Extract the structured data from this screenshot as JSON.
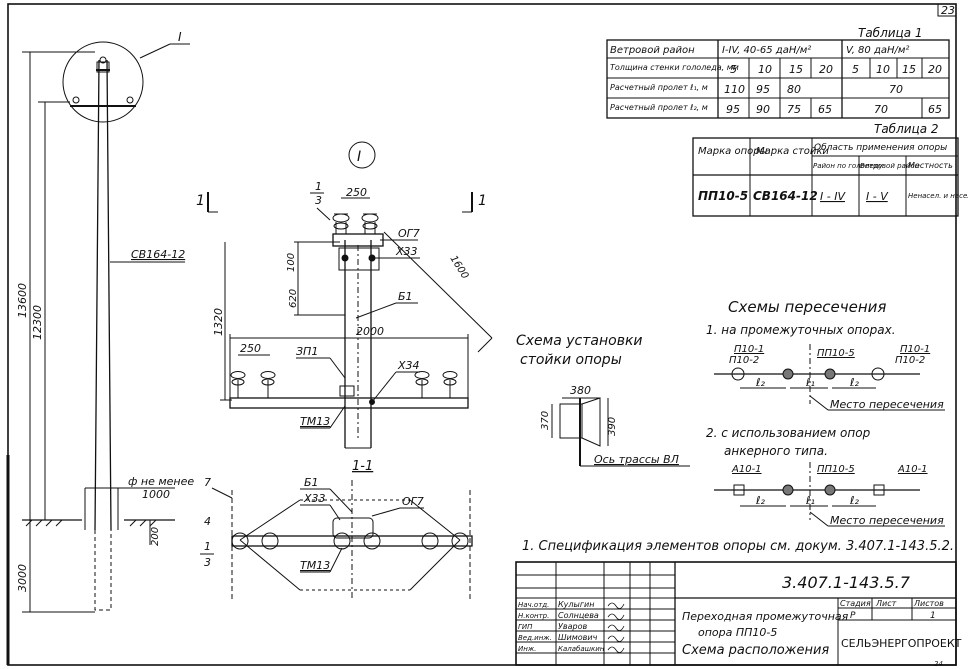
{
  "sheet": {
    "number": "23",
    "doc_code": "3.407.1-143.5.7",
    "title_line1": "Переходная промежуточная",
    "title_line2": "опора ПП10-5",
    "title_line3": "Схема расположения",
    "stage_header": "Стадия",
    "sheet_header": "Лист",
    "sheets_header": "Листов",
    "stage": "Р",
    "sheet_no": "1",
    "org": "СЕЛЬЭНЕРГОПРОЕКТ",
    "roles": [
      "Нач.отд.",
      "Н.контр.",
      "ГИП",
      "Вед.инж.",
      "Инж."
    ],
    "names": [
      "Кулыгин",
      "Солнцева",
      "Уваров",
      "Шимович",
      "Калабашкин"
    ],
    "corner_mark": "24"
  },
  "table1": {
    "title": "Таблица 1",
    "rows": [
      {
        "label": "Ветровой район",
        "cells": [
          "I-IV, 40-65 даН/м²",
          "V, 80 даН/м²"
        ]
      },
      {
        "label": "Толщина стенки гололеда, мм",
        "cells": [
          "5",
          "10",
          "15",
          "20",
          "5",
          "10",
          "15",
          "20"
        ]
      },
      {
        "label": "Расчетный пролет ℓ₁, м",
        "cells": [
          "110",
          "95",
          "80",
          "",
          "70"
        ]
      },
      {
        "label": "Расчетный пролет ℓ₂, м",
        "cells": [
          "95",
          "90",
          "75",
          "65",
          "70",
          "65"
        ]
      }
    ]
  },
  "table2": {
    "title": "Таблица 2",
    "h_mark_support": "Марка опоры",
    "h_mark_post": "Марка стойки",
    "h_area": "Область применения опоры",
    "h_ice": "Район по гололеду",
    "h_wind": "Ветровой район",
    "h_terrain": "Местность",
    "support": "ПП10-5",
    "post": "СВ164-12",
    "ice": "I - IV",
    "wind": "I - V",
    "terrain": "Ненасел. и населен."
  },
  "pole": {
    "callout": "I",
    "post_label": "СВ164-12",
    "dim_total": "13600",
    "dim_above": "12300",
    "dim_below": "3000",
    "dim_200": "200",
    "depth_label": "ф не менее",
    "depth_value": "1000"
  },
  "detail": {
    "view_label": "I",
    "section_mark": "1",
    "section_sheet": "3",
    "dim_250_top": "250",
    "dim_100": "100",
    "dim_620": "620",
    "dim_1320": "1320",
    "dim_1600": "1600",
    "dim_2000": "2000",
    "dim_250_left": "250",
    "parts": [
      "ОГ7",
      "Х33",
      "Б1",
      "ЗП1",
      "Х34",
      "ТМ13"
    ]
  },
  "section": {
    "title": "1-1",
    "parts": [
      "Б1",
      "Х33",
      "ОГ7",
      "ТМ13"
    ],
    "mark_7": "7",
    "mark_4": "4",
    "mark_1": "1",
    "mark_3": "3"
  },
  "install": {
    "title1": "Схема установки",
    "title2": "стойки опоры",
    "dim_380": "380",
    "dim_370": "370",
    "dim_390": "390",
    "axis_label": "Ось трассы ВЛ"
  },
  "crossing": {
    "title": "Схемы пересечения",
    "case1": "1. на промежуточных опорах.",
    "case2_line1": "2. с использованием опор",
    "case2_line2": "анкерного типа.",
    "labels1": [
      "П10-1",
      "П10-2",
      "ПП10-5",
      "П10-1",
      "П10-2"
    ],
    "labels2": [
      "А10-1",
      "ПП10-5",
      "А10-1"
    ],
    "span1": "ℓ₂",
    "span2": "ℓ₁",
    "place": "Место пересечения"
  },
  "note": "1. Спецификация элементов опоры см. докум. 3.407.1-143.5.2."
}
